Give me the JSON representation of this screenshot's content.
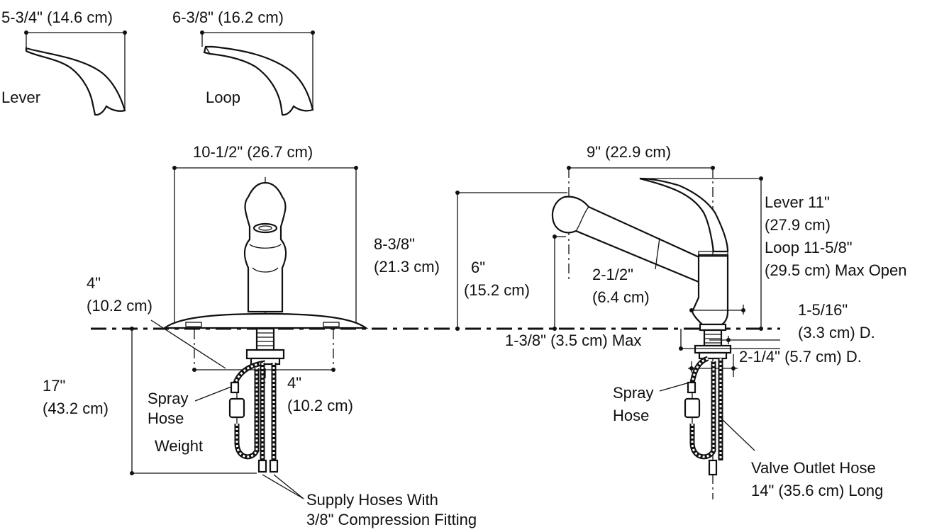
{
  "labels": {
    "lever_reach": "5-3/4\" (14.6 cm)",
    "loop_reach": "6-3/8\" (16.2 cm)",
    "lever": "Lever",
    "loop": "Loop",
    "width_top": "10-1/2\" (26.7 cm)",
    "height_left_1": "8-3/8\"",
    "height_left_2": "(21.3 cm)",
    "plate_w_1": "4\"",
    "plate_w_2": "(10.2 cm)",
    "center_1": "4\"",
    "center_2": "(10.2 cm)",
    "below_1": "17\"",
    "below_2": "(43.2 cm)",
    "spray_hose_l1": "Spray",
    "spray_hose_l2": "Hose",
    "weight": "Weight",
    "supply_1": "Supply Hoses With",
    "supply_2": "3/8\" Compression Fitting",
    "side_width": "9\" (22.9 cm)",
    "spout_h_1": "6\"",
    "spout_h_2": "(15.2 cm)",
    "spout_off_1": "2-1/2\"",
    "spout_off_2": "(6.4 cm)",
    "lever_h_1": "Lever 11\"",
    "lever_h_2": "(27.9 cm)",
    "lever_h_3": "Loop 11-5/8\"",
    "lever_h_4": "(29.5 cm) Max Open",
    "dia_1_1": "1-5/16\"",
    "dia_1_2": "(3.3 cm) D.",
    "max_deck": "1-3/8\" (3.5 cm) Max",
    "dia_2": "2-1/4\" (5.7 cm) D.",
    "spray_hose_r1": "Spray",
    "spray_hose_r2": "Hose",
    "valve_1": "Valve Outlet Hose",
    "valve_2": "14\" (35.6 cm) Long"
  }
}
